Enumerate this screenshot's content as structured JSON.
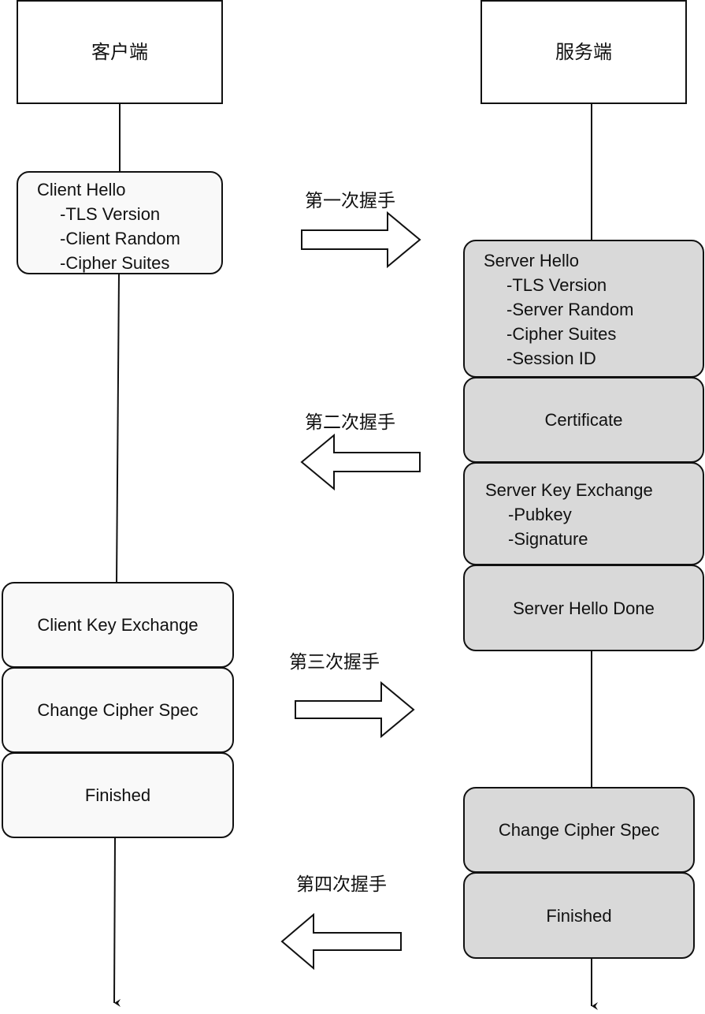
{
  "actors": {
    "client": "客户端",
    "server": "服务端"
  },
  "client_messages": [
    {
      "title": "Client Hello",
      "fields": [
        "-TLS Version",
        "-Client Random",
        "-Cipher Suites"
      ]
    },
    {
      "title": "Client Key Exchange",
      "fields": []
    },
    {
      "title": "Change Cipher Spec",
      "fields": []
    },
    {
      "title": "Finished",
      "fields": []
    }
  ],
  "server_messages": [
    {
      "title": "Server Hello",
      "fields": [
        "-TLS Version",
        "-Server Random",
        "-Cipher Suites",
        "-Session ID"
      ]
    },
    {
      "title": "Certificate",
      "fields": []
    },
    {
      "title": "Server Key Exchange",
      "fields": [
        "-Pubkey",
        "-Signature"
      ]
    },
    {
      "title": "Server Hello Done",
      "fields": []
    },
    {
      "title": "Change Cipher Spec",
      "fields": []
    },
    {
      "title": "Finished",
      "fields": []
    }
  ],
  "handshakes": [
    {
      "label": "第一次握手",
      "direction": "client-to-server"
    },
    {
      "label": "第二次握手",
      "direction": "server-to-client"
    },
    {
      "label": "第三次握手",
      "direction": "client-to-server"
    },
    {
      "label": "第四次握手",
      "direction": "server-to-client"
    }
  ],
  "colors": {
    "stroke": "#111111",
    "client_fill": "#f9f9f9",
    "server_fill": "#d9d9d9",
    "actor_fill": "#ffffff"
  }
}
